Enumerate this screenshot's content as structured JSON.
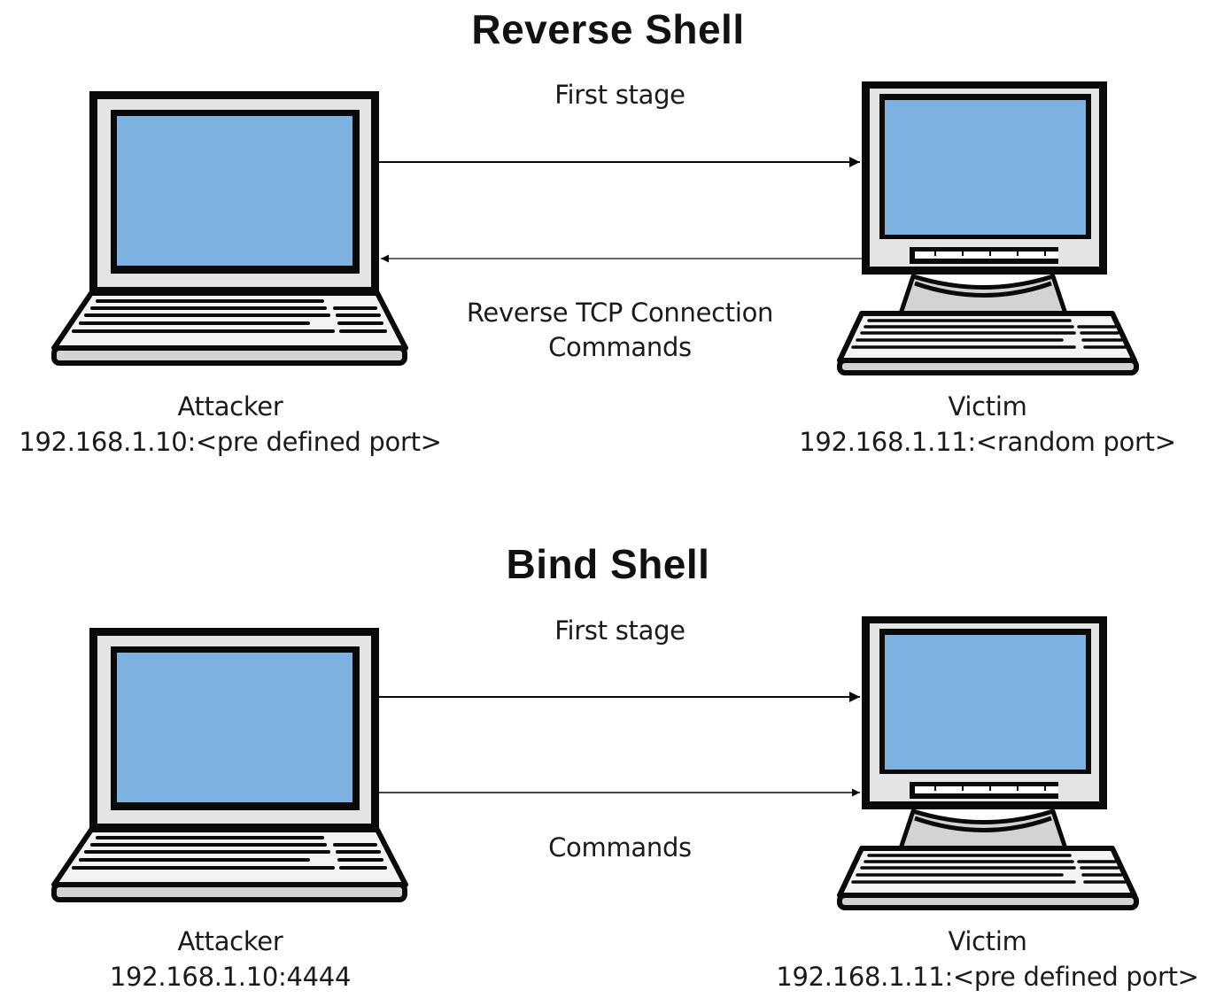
{
  "colors": {
    "screen": "#7db2e0",
    "bezel": "#e4e4e4",
    "outline": "#0a0a0a",
    "keyboard": "#f4f4f4",
    "base_shadow": "#d3d3d3"
  },
  "reverse": {
    "title": "Reverse Shell",
    "first_stage_label": "First stage",
    "connection_label": "Reverse TCP Connection",
    "commands_label": "Commands",
    "attacker": {
      "name": "Attacker",
      "address": "192.168.1.10:<pre defined port>",
      "icon": "laptop-icon"
    },
    "victim": {
      "name": "Victim",
      "address": "192.168.1.11:<random port>",
      "icon": "desktop-computer-icon"
    }
  },
  "bind": {
    "title": "Bind Shell",
    "first_stage_label": "First stage",
    "commands_label": "Commands",
    "attacker": {
      "name": "Attacker",
      "address": "192.168.1.10:4444",
      "icon": "laptop-icon"
    },
    "victim": {
      "name": "Victim",
      "address": "192.168.1.11:<pre defined port>",
      "icon": "desktop-computer-icon"
    }
  }
}
